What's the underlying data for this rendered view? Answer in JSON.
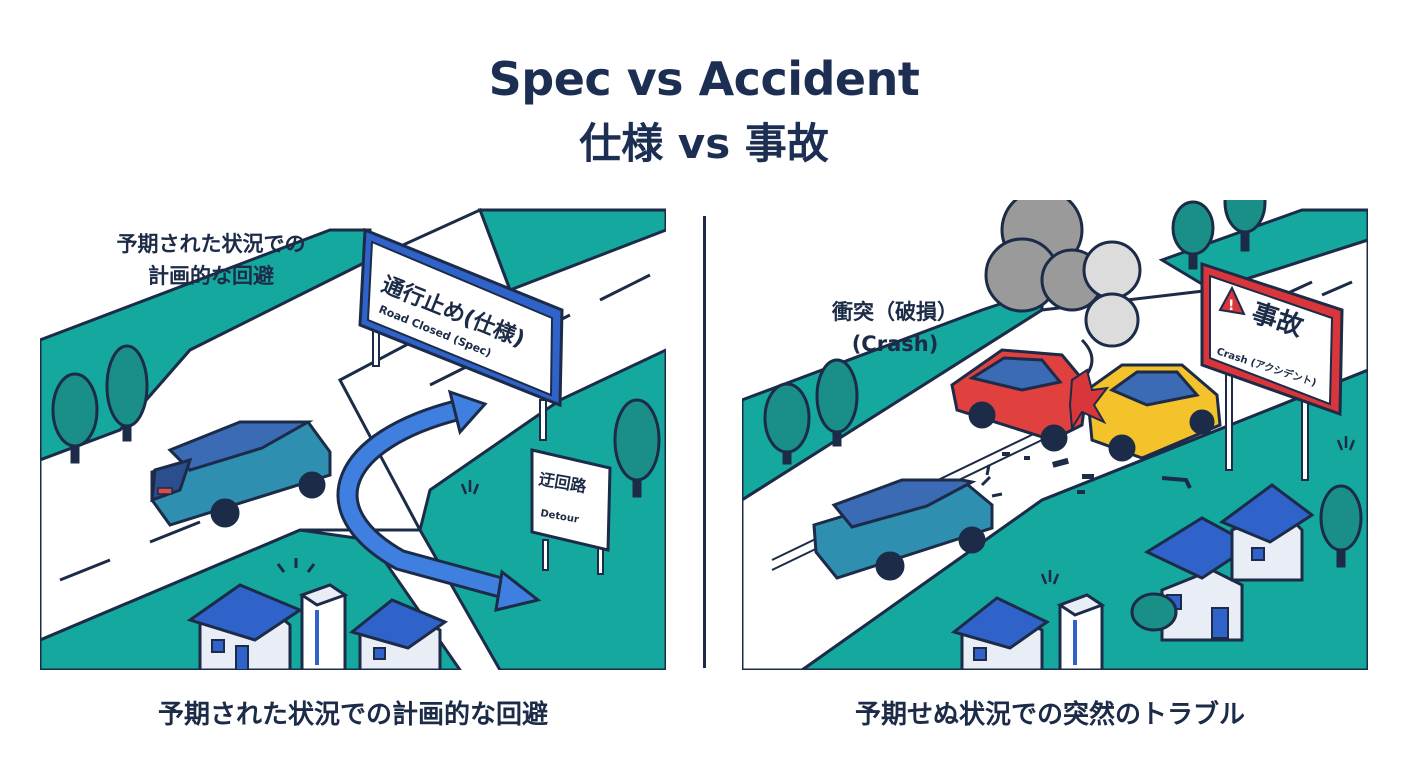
{
  "title": {
    "english": "Spec vs Accident",
    "japanese": "仕様 vs 事故"
  },
  "left_panel": {
    "note_line1": "予期された状況での",
    "note_line2": "計画的な回避",
    "road_closed_sign": {
      "main": "通行止め(仕様)",
      "sub": "Road Closed (Spec)"
    },
    "detour_sign": {
      "main": "迂回路",
      "sub": "Detour"
    },
    "caption": "予期された状況での計画的な回避"
  },
  "right_panel": {
    "note_line1": "衝突（破損）",
    "note_line2": "(Crash)",
    "accident_sign": {
      "main": "事故",
      "sub": "Crash (アクシデント)"
    },
    "caption": "予期せぬ状況での突然のトラブル"
  },
  "colors": {
    "teal": "#15a89e",
    "navy": "#1c2b47",
    "sign_blue": "#2f63c9",
    "sign_red": "#d8363a",
    "arrow_blue": "#3f7fe0",
    "car_teal": "#2f8fb0",
    "car_red": "#e0403e",
    "car_yellow": "#f4c22b",
    "smoke_gray": "#9a9a9a"
  }
}
